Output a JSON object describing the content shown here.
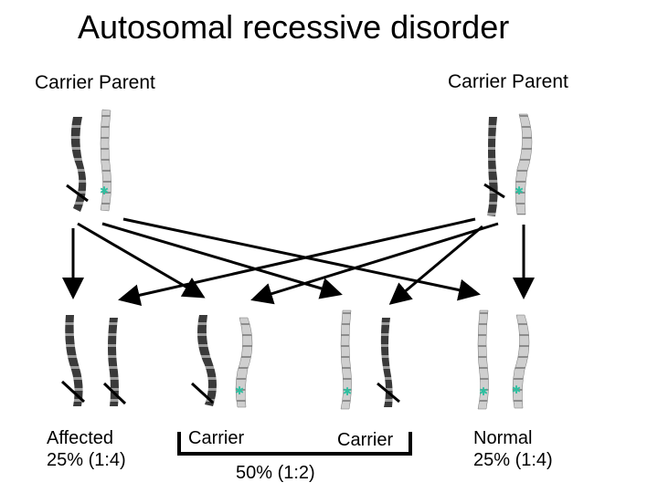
{
  "title": "Autosomal recessive disorder",
  "parents": {
    "left_label": "Carrier Parent",
    "right_label": "Carrier Parent"
  },
  "offspring": [
    {
      "label_line1": "Affected",
      "label_line2": "25% (1:4)"
    },
    {
      "label_line1": "Carrier",
      "label_line2": ""
    },
    {
      "label_line1": "Carrier",
      "label_line2": ""
    },
    {
      "label_line1": "Normal",
      "label_line2": "25% (1:4)"
    }
  ],
  "carrier_group_percent": "50% (1:2)",
  "colors": {
    "chromosome_dark": "#2b2b2b",
    "chromosome_light": "#c8c8c8",
    "marker": "#2fbfa0",
    "arrow": "#000000"
  }
}
